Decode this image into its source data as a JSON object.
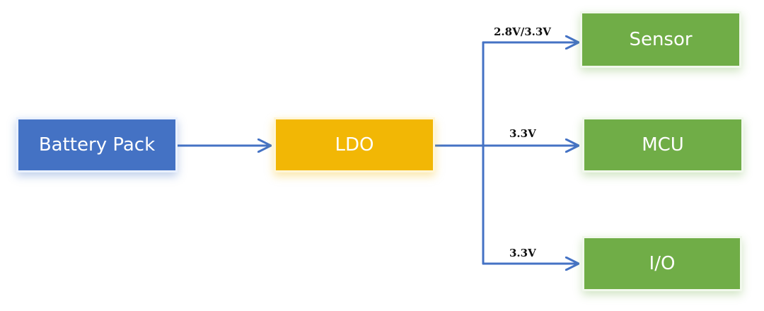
{
  "blocks": {
    "battery": "Battery Pack",
    "ldo": "LDO",
    "sensor": "Sensor",
    "mcu": "MCU",
    "io": "I/O"
  },
  "voltages": {
    "sensor": "2.8V/3.3V",
    "mcu": "3.3V",
    "io": "3.3V"
  },
  "colors": {
    "battery": "#4472c4",
    "ldo": "#f2b705",
    "loads": "#70ad47",
    "wire": "#4472c4"
  }
}
